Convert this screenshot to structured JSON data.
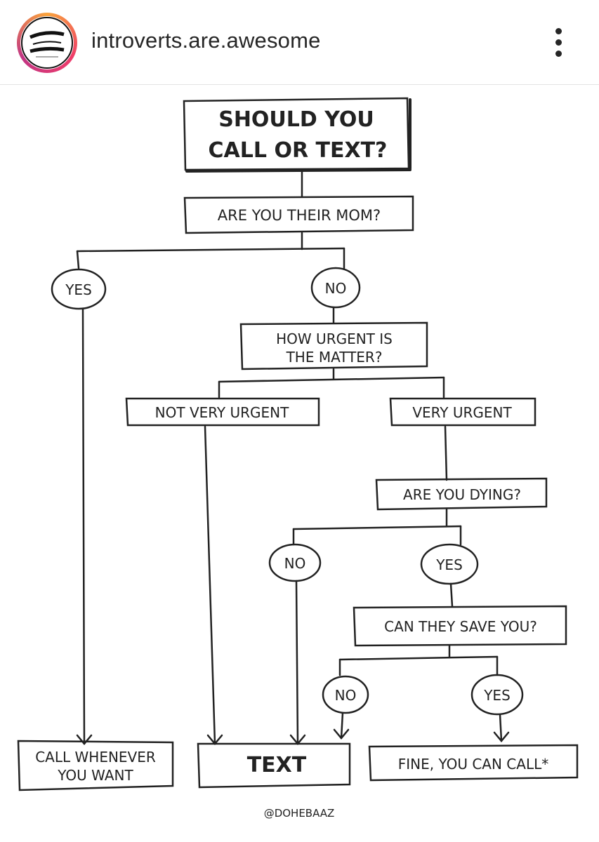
{
  "post": {
    "username": "introverts.are.awesome",
    "avatar_icon": "introverts-are-awesome-logo",
    "more_icon": "more-options-icon"
  },
  "flowchart": {
    "title_line1": "SHOULD YOU",
    "title_line2": "CALL OR TEXT?",
    "q_mom": "ARE YOU THEIR MOM?",
    "yes1": "YES",
    "no1": "NO",
    "q_urgent_line1": "HOW URGENT IS",
    "q_urgent_line2": "THE MATTER?",
    "not_urgent": "NOT VERY URGENT",
    "very_urgent": "VERY URGENT",
    "q_dying": "ARE YOU DYING?",
    "no2": "NO",
    "yes2": "YES",
    "q_save": "CAN THEY SAVE YOU?",
    "no3": "NO",
    "yes3": "YES",
    "r_call_line1": "CALL WHENEVER",
    "r_call_line2": "YOU WANT",
    "r_text": "TEXT",
    "r_fine": "FINE, YOU CAN CALL*",
    "credit": "@DOHEBAAZ"
  }
}
